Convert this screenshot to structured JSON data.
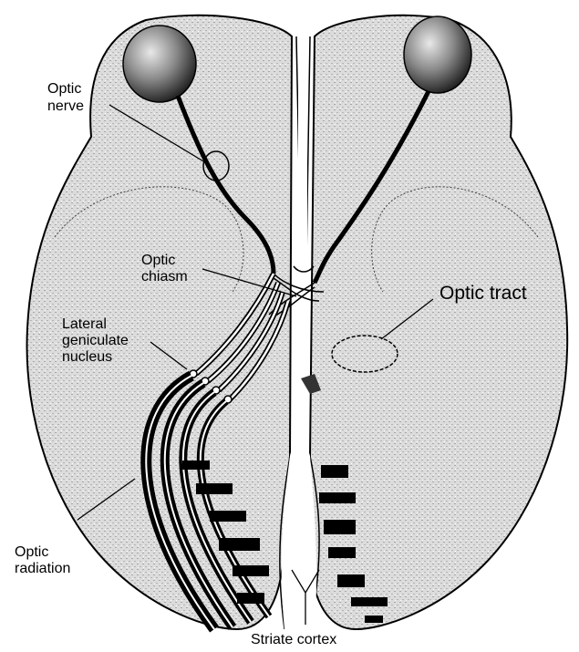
{
  "labels": {
    "optic_nerve": [
      "Optic",
      "nerve"
    ],
    "optic_chiasm": [
      "Optic",
      "chiasm"
    ],
    "lateral_geniculate": [
      "Lateral",
      "geniculate",
      "nucleus"
    ],
    "optic_tract": "Optic tract",
    "optic_radiation": [
      "Optic",
      "radiation"
    ],
    "striate_cortex": "Striate cortex"
  },
  "colors": {
    "brain_fill": "#d9d9d9",
    "outline": "#000000",
    "background": "#ffffff"
  },
  "icons": {
    "eye_left": "eyeball-icon",
    "eye_right": "eyeball-icon"
  }
}
